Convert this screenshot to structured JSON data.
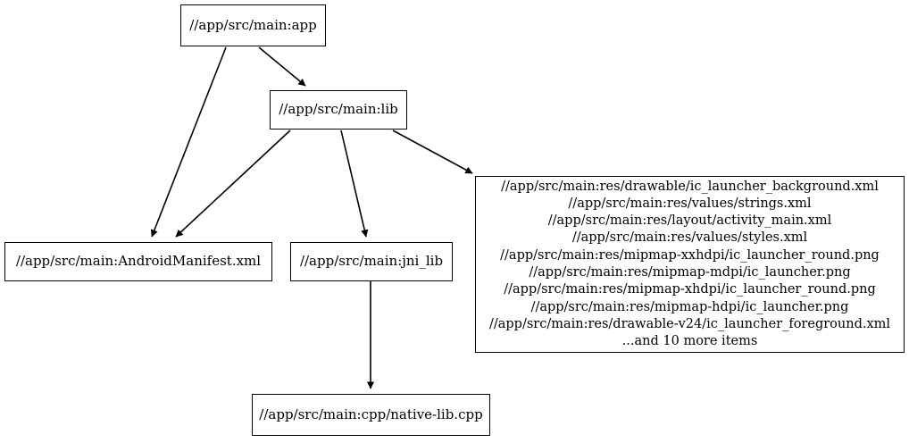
{
  "graph": {
    "type": "directed-dependency-graph",
    "nodes": [
      {
        "id": "app",
        "label": "//app/src/main:app"
      },
      {
        "id": "lib",
        "label": "//app/src/main:lib"
      },
      {
        "id": "manifest",
        "label": "//app/src/main:AndroidManifest.xml"
      },
      {
        "id": "jni_lib",
        "label": "//app/src/main:jni_lib"
      },
      {
        "id": "resources",
        "label": "//app/src/main:res/drawable/ic_launcher_background.xml\n//app/src/main:res/values/strings.xml\n//app/src/main:res/layout/activity_main.xml\n//app/src/main:res/values/styles.xml\n//app/src/main:res/mipmap-xxhdpi/ic_launcher_round.png\n//app/src/main:res/mipmap-mdpi/ic_launcher.png\n//app/src/main:res/mipmap-xhdpi/ic_launcher_round.png\n//app/src/main:res/mipmap-hdpi/ic_launcher.png\n//app/src/main:res/drawable-v24/ic_launcher_foreground.xml\n...and 10 more items",
        "lines": [
          "//app/src/main:res/drawable/ic_launcher_background.xml",
          "//app/src/main:res/values/strings.xml",
          "//app/src/main:res/layout/activity_main.xml",
          "//app/src/main:res/values/styles.xml",
          "//app/src/main:res/mipmap-xxhdpi/ic_launcher_round.png",
          "//app/src/main:res/mipmap-mdpi/ic_launcher.png",
          "//app/src/main:res/mipmap-xhdpi/ic_launcher_round.png",
          "//app/src/main:res/mipmap-hdpi/ic_launcher.png",
          "//app/src/main:res/drawable-v24/ic_launcher_foreground.xml",
          "...and 10 more items"
        ]
      },
      {
        "id": "native_lib",
        "label": "//app/src/main:cpp/native-lib.cpp"
      }
    ],
    "edges": [
      {
        "from": "app",
        "to": "lib"
      },
      {
        "from": "app",
        "to": "manifest"
      },
      {
        "from": "lib",
        "to": "manifest"
      },
      {
        "from": "lib",
        "to": "jni_lib"
      },
      {
        "from": "lib",
        "to": "resources"
      },
      {
        "from": "jni_lib",
        "to": "native_lib"
      }
    ],
    "style": {
      "background": "#ffffff",
      "node_border": "#000000",
      "node_fill": "#ffffff",
      "edge_color": "#000000",
      "text_color": "#000000"
    }
  }
}
